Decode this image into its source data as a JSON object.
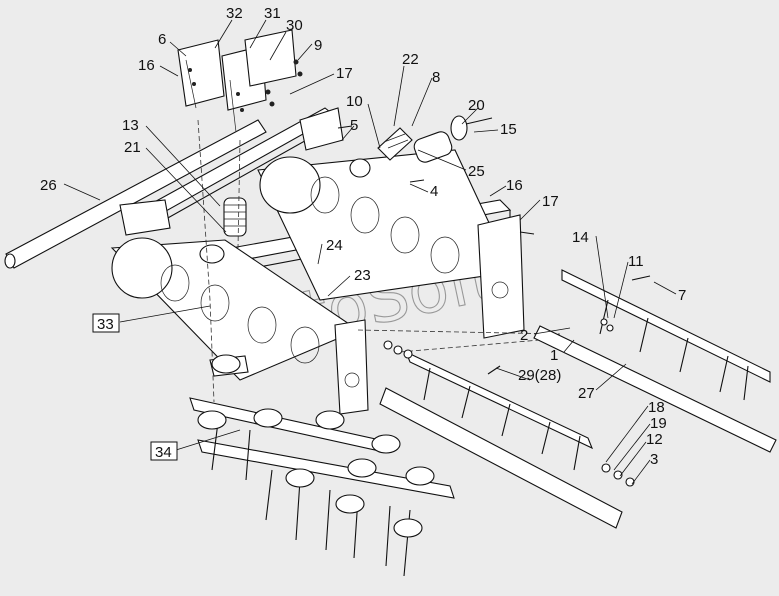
{
  "diagram": {
    "watermark": "AutoSoft",
    "callouts": [
      {
        "id": "c32",
        "text": "32"
      },
      {
        "id": "c31",
        "text": "31"
      },
      {
        "id": "c30",
        "text": "30"
      },
      {
        "id": "c6",
        "text": "6"
      },
      {
        "id": "c9",
        "text": "9"
      },
      {
        "id": "c16a",
        "text": "16"
      },
      {
        "id": "c17a",
        "text": "17"
      },
      {
        "id": "c22",
        "text": "22"
      },
      {
        "id": "c8",
        "text": "8"
      },
      {
        "id": "c10",
        "text": "10"
      },
      {
        "id": "c20",
        "text": "20"
      },
      {
        "id": "c13",
        "text": "13"
      },
      {
        "id": "c5",
        "text": "5"
      },
      {
        "id": "c15",
        "text": "15"
      },
      {
        "id": "c21",
        "text": "21"
      },
      {
        "id": "c25",
        "text": "25"
      },
      {
        "id": "c26",
        "text": "26"
      },
      {
        "id": "c4",
        "text": "4"
      },
      {
        "id": "c16b",
        "text": "16"
      },
      {
        "id": "c17b",
        "text": "17"
      },
      {
        "id": "c14",
        "text": "14"
      },
      {
        "id": "c24",
        "text": "24"
      },
      {
        "id": "c11",
        "text": "11"
      },
      {
        "id": "c23",
        "text": "23"
      },
      {
        "id": "c7",
        "text": "7"
      },
      {
        "id": "c33",
        "text": "33"
      },
      {
        "id": "c2",
        "text": "2"
      },
      {
        "id": "c1",
        "text": "1"
      },
      {
        "id": "c29",
        "text": "29(28)"
      },
      {
        "id": "c27",
        "text": "27"
      },
      {
        "id": "c18",
        "text": "18"
      },
      {
        "id": "c19",
        "text": "19"
      },
      {
        "id": "c12",
        "text": "12"
      },
      {
        "id": "c34",
        "text": "34"
      },
      {
        "id": "c3",
        "text": "3"
      }
    ]
  }
}
